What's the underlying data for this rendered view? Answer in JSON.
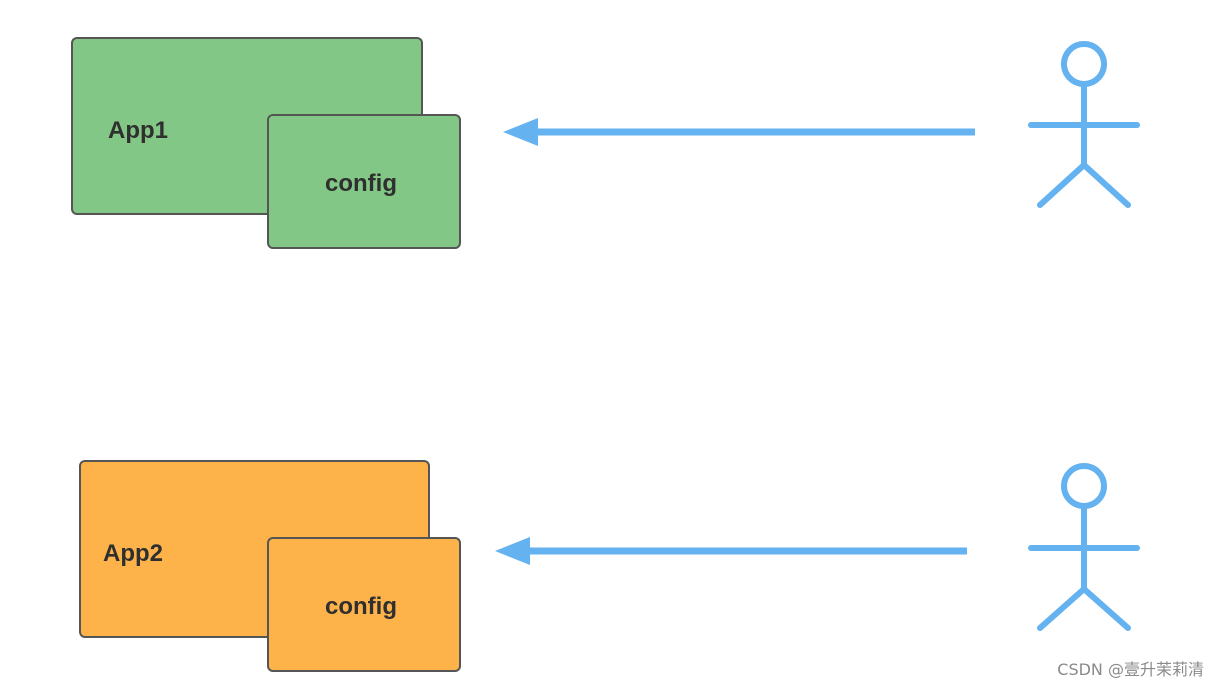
{
  "app1": {
    "label": "App1",
    "config_label": "config",
    "color": "#82c785"
  },
  "app2": {
    "label": "App2",
    "config_label": "config",
    "color": "#fdb24a"
  },
  "arrow_color": "#64b2f0",
  "actor_color": "#64b2f0",
  "watermark": "CSDN @壹升茉莉清"
}
